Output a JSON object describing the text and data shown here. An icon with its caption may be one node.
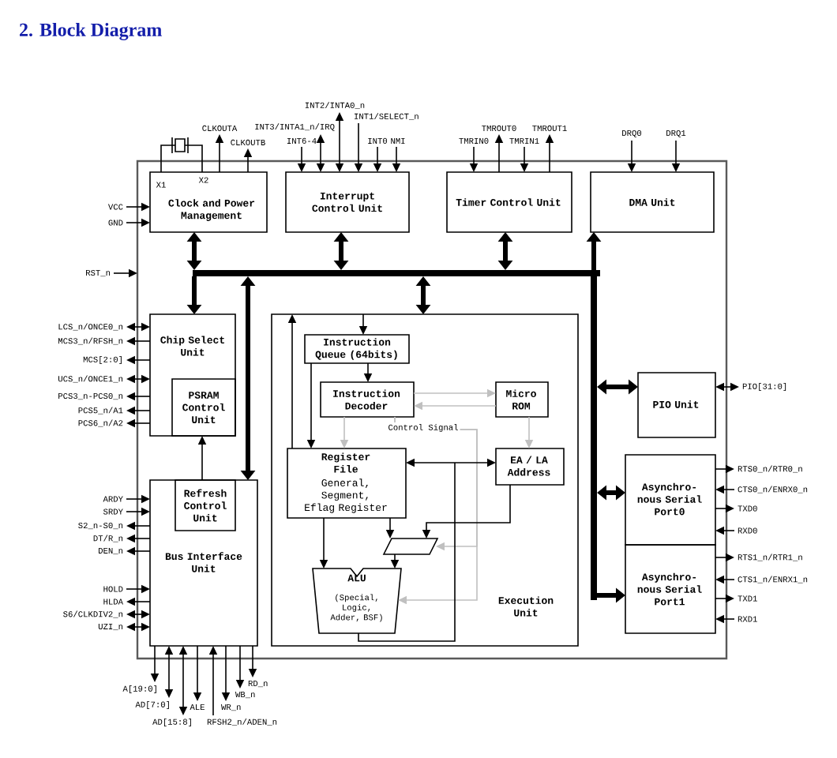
{
  "diagram": {
    "title": "2. Block Diagram",
    "nodes": [
      {
        "text": [],
        "shape": "box"
      },
      {
        "text": [
          "X1",
          "X2",
          "Clock and Power Management"
        ],
        "in": 0
      },
      {
        "text": [
          "Interrupt Control Unit"
        ],
        "in": 0
      },
      {
        "text": [
          "Timer Control Unit"
        ],
        "in": 0
      },
      {
        "text": [
          "DMA Unit"
        ],
        "in": 0
      },
      {
        "text": [
          "Chip Select Unit"
        ],
        "in": 0
      },
      {
        "text": [
          "PSRAM Control Unit"
        ],
        "in": 5
      },
      {
        "text": [
          "Bus Interface Unit"
        ],
        "in": 0
      },
      {
        "text": [
          "Refresh Control Unit"
        ],
        "in": 7
      },
      {
        "text": [
          "Execution Unit"
        ],
        "in": 0
      },
      {
        "text": [
          "Instruction Queue (64bits)"
        ],
        "in": 9
      },
      {
        "text": [
          "Instruction Decoder"
        ],
        "in": 9
      },
      {
        "text": [
          "Micro ROM"
        ],
        "in": 9
      },
      {
        "text": [
          "Register File",
          "General, Segment, Eflag Register"
        ],
        "in": 9
      },
      {
        "text": [
          "EA / LA Address"
        ],
        "in": 9
      },
      {
        "text": [],
        "shape": "trapezoid",
        "in": 9
      },
      {
        "text": [
          "ALU",
          "(Special, Logic, Adder, BSF)"
        ],
        "in": 9
      },
      {
        "text": [
          "PIO Unit"
        ],
        "in": 0
      },
      {
        "text": [
          "Asynchro- nous Serial Port0"
        ],
        "in": 0
      },
      {
        "text": [
          "Asynchro- nous Serial Port1"
        ],
        "in": 0
      },
      {
        "text": [],
        "shape": "bar",
        "in": 0
      },
      {
        "text": [],
        "shape": "bar",
        "in": 0
      },
      {
        "text": [],
        "shape": "crystal"
      },
      {
        "text": [
          "CLKOUTA"
        ]
      },
      {
        "text": [
          "CLKOUTB"
        ]
      },
      {
        "text": [
          "INT6-4"
        ]
      },
      {
        "text": [
          "INT3/INTA1_n/IRQ"
        ]
      },
      {
        "text": [
          "INT2/INTA0_n"
        ]
      },
      {
        "text": [
          "INT1/SELECT_n"
        ]
      },
      {
        "text": [
          "INT0"
        ]
      },
      {
        "text": [
          "NMI"
        ]
      },
      {
        "text": [
          "TMRIN0"
        ]
      },
      {
        "text": [
          "TMROUT0"
        ]
      },
      {
        "text": [
          "TMRIN1"
        ]
      },
      {
        "text": [
          "TMROUT1"
        ]
      },
      {
        "text": [
          "DRQ0"
        ]
      },
      {
        "text": [
          "DRQ1"
        ]
      },
      {
        "text": [
          "VCC"
        ]
      },
      {
        "text": [
          "GND"
        ]
      },
      {
        "text": [
          "RST_n"
        ]
      },
      {
        "text": [
          "LCS_n/ONCE0_n"
        ]
      },
      {
        "text": [
          "MCS3_n/RFSH_n"
        ]
      },
      {
        "text": [
          "MCS[2:0]"
        ]
      },
      {
        "text": [
          "UCS_n/ONCE1_n"
        ]
      },
      {
        "text": [
          "PCS3_n-PCS0_n"
        ]
      },
      {
        "text": [
          "PCS5_n/A1"
        ]
      },
      {
        "text": [
          "PCS6_n/A2"
        ]
      },
      {
        "text": [
          "ARDY"
        ]
      },
      {
        "text": [
          "SRDY"
        ]
      },
      {
        "text": [
          "S2_n-S0_n"
        ]
      },
      {
        "text": [
          "DT/R_n"
        ]
      },
      {
        "text": [
          "DEN_n"
        ]
      },
      {
        "text": [
          "HOLD"
        ]
      },
      {
        "text": [
          "HLDA"
        ]
      },
      {
        "text": [
          "S6/CLKDIV2_n"
        ]
      },
      {
        "text": [
          "UZI_n"
        ]
      },
      {
        "text": [
          "A[19:0]"
        ]
      },
      {
        "text": [
          "AD[7:0]"
        ]
      },
      {
        "text": [
          "AD[15:8]"
        ]
      },
      {
        "text": [
          "ALE"
        ]
      },
      {
        "text": [
          "RFSH2_n/ADEN_n"
        ]
      },
      {
        "text": [
          "WR_n"
        ]
      },
      {
        "text": [
          "WB_n"
        ]
      },
      {
        "text": [
          "RD_n"
        ]
      },
      {
        "text": [
          "PIO[31:0]"
        ]
      },
      {
        "text": [
          "RTS0_n/RTR0_n"
        ]
      },
      {
        "text": [
          "CTS0_n/ENRX0_n"
        ]
      },
      {
        "text": [
          "TXD0"
        ]
      },
      {
        "text": [
          "RXD0"
        ]
      },
      {
        "text": [
          "RTS1_n/RTR1_n"
        ]
      },
      {
        "text": [
          "CTS1_n/ENRX1_n"
        ]
      },
      {
        "text": [
          "TXD1"
        ]
      },
      {
        "text": [
          "RXD1"
        ]
      }
    ],
    "edges": [
      {
        "from": 22,
        "to": 1,
        "arrow": "none"
      },
      {
        "from": 22,
        "to": 1,
        "arrow": "none"
      },
      {
        "from": 1,
        "to": 20,
        "arrow": "both",
        "style": "thick"
      },
      {
        "from": 20,
        "to": 5,
        "arrow": "to",
        "style": "thick"
      },
      {
        "from": 2,
        "to": 20,
        "arrow": "both",
        "style": "thick"
      },
      {
        "from": 3,
        "to": 20,
        "arrow": "both",
        "style": "thick"
      },
      {
        "from": 20,
        "to": 4,
        "arrow": "to",
        "style": "thick"
      },
      {
        "from": 20,
        "to": 9,
        "arrow": "both",
        "style": "thick"
      },
      {
        "from": 20,
        "to": 7,
        "arrow": "both",
        "style": "thick"
      },
      {
        "from": 21,
        "to": 17,
        "arrow": "both",
        "style": "thick"
      },
      {
        "from": 21,
        "to": 18,
        "arrow": "both",
        "style": "thick"
      },
      {
        "from": 21,
        "to": 19,
        "arrow": "to",
        "style": "thick"
      },
      {
        "from": 8,
        "to": 6,
        "arrow": "to"
      },
      {
        "from": 9,
        "to": 10,
        "arrow": "to"
      },
      {
        "from": 13,
        "to": 9,
        "arrow": "to"
      },
      {
        "from": 10,
        "to": 13,
        "arrow": "to"
      },
      {
        "from": 10,
        "to": 11,
        "arrow": "to"
      },
      {
        "from": 11,
        "to": 12,
        "arrow": "to",
        "color": "#c0c0c0"
      },
      {
        "from": 12,
        "to": 11,
        "arrow": "to",
        "color": "#c0c0c0"
      },
      {
        "from": 11,
        "to": 13,
        "arrow": "to",
        "color": "#c0c0c0"
      },
      {
        "from": 12,
        "to": 14,
        "arrow": "to",
        "color": "#c0c0c0"
      },
      {
        "from": 11,
        "to": 15,
        "arrow": "to",
        "color": "#c0c0c0"
      },
      {
        "from": 11,
        "to": 16,
        "arrow": "to",
        "color": "#c0c0c0",
        "label": "Control Signal"
      },
      {
        "from": 13,
        "to": 14,
        "arrow": "both"
      },
      {
        "from": 13,
        "to": 16,
        "arrow": "to"
      },
      {
        "from": 13,
        "to": 15,
        "arrow": "to"
      },
      {
        "from": 15,
        "to": 16,
        "arrow": "to"
      },
      {
        "from": 14,
        "to": 15,
        "arrow": "to"
      },
      {
        "from": 16,
        "to": null,
        "arrow": "none"
      },
      {
        "from": 1,
        "to": 23,
        "arrow": "to"
      },
      {
        "from": 1,
        "to": 24,
        "arrow": "to"
      },
      {
        "from": 25,
        "to": 2,
        "arrow": "to"
      },
      {
        "from": 26,
        "to": 2,
        "arrow": "both"
      },
      {
        "from": 27,
        "to": 2,
        "arrow": "both"
      },
      {
        "from": 28,
        "to": 2,
        "arrow": "to"
      },
      {
        "from": 29,
        "to": 2,
        "arrow": "to"
      },
      {
        "from": 30,
        "to": 2,
        "arrow": "to"
      },
      {
        "from": 31,
        "to": 3,
        "arrow": "to"
      },
      {
        "from": 3,
        "to": 32,
        "arrow": "to"
      },
      {
        "from": 33,
        "to": 3,
        "arrow": "to"
      },
      {
        "from": 3,
        "to": 34,
        "arrow": "to"
      },
      {
        "from": 35,
        "to": 4,
        "arrow": "to"
      },
      {
        "from": 36,
        "to": 4,
        "arrow": "to"
      },
      {
        "from": 37,
        "to": 1,
        "arrow": "to"
      },
      {
        "from": 38,
        "to": 1,
        "arrow": "to"
      },
      {
        "from": 39,
        "to": 0,
        "arrow": "to"
      },
      {
        "from": 40,
        "to": 5,
        "arrow": "both"
      },
      {
        "from": 5,
        "to": 41,
        "arrow": "to"
      },
      {
        "from": 5,
        "to": 42,
        "arrow": "to"
      },
      {
        "from": 43,
        "to": 5,
        "arrow": "both"
      },
      {
        "from": 5,
        "to": 44,
        "arrow": "to"
      },
      {
        "from": 5,
        "to": 45,
        "arrow": "to"
      },
      {
        "from": 5,
        "to": 46,
        "arrow": "to"
      },
      {
        "from": 47,
        "to": 7,
        "arrow": "to"
      },
      {
        "from": 48,
        "to": 7,
        "arrow": "to"
      },
      {
        "from": 7,
        "to": 49,
        "arrow": "to"
      },
      {
        "from": 7,
        "to": 50,
        "arrow": "to"
      },
      {
        "from": 7,
        "to": 51,
        "arrow": "to"
      },
      {
        "from": 52,
        "to": 7,
        "arrow": "to"
      },
      {
        "from": 7,
        "to": 53,
        "arrow": "to"
      },
      {
        "from": 54,
        "to": 7,
        "arrow": "both"
      },
      {
        "from": 55,
        "to": 7,
        "arrow": "both"
      },
      {
        "from": 7,
        "to": 56,
        "arrow": "to"
      },
      {
        "from": 57,
        "to": 7,
        "arrow": "both"
      },
      {
        "from": 58,
        "to": 7,
        "arrow": "both"
      },
      {
        "from": 7,
        "to": 59,
        "arrow": "to"
      },
      {
        "from": 60,
        "to": 7,
        "arrow": "to"
      },
      {
        "from": 7,
        "to": 61,
        "arrow": "to"
      },
      {
        "from": 7,
        "to": 62,
        "arrow": "to"
      },
      {
        "from": 7,
        "to": 63,
        "arrow": "to"
      },
      {
        "from": 64,
        "to": 17,
        "arrow": "both"
      },
      {
        "from": 18,
        "to": 65,
        "arrow": "to"
      },
      {
        "from": 66,
        "to": 18,
        "arrow": "to"
      },
      {
        "from": 18,
        "to": 67,
        "arrow": "to"
      },
      {
        "from": 68,
        "to": 18,
        "arrow": "to"
      },
      {
        "from": 19,
        "to": 69,
        "arrow": "to"
      },
      {
        "from": 70,
        "to": 19,
        "arrow": "to"
      },
      {
        "from": 19,
        "to": 71,
        "arrow": "to"
      },
      {
        "from": 72,
        "to": 19,
        "arrow": "to"
      }
    ]
  }
}
